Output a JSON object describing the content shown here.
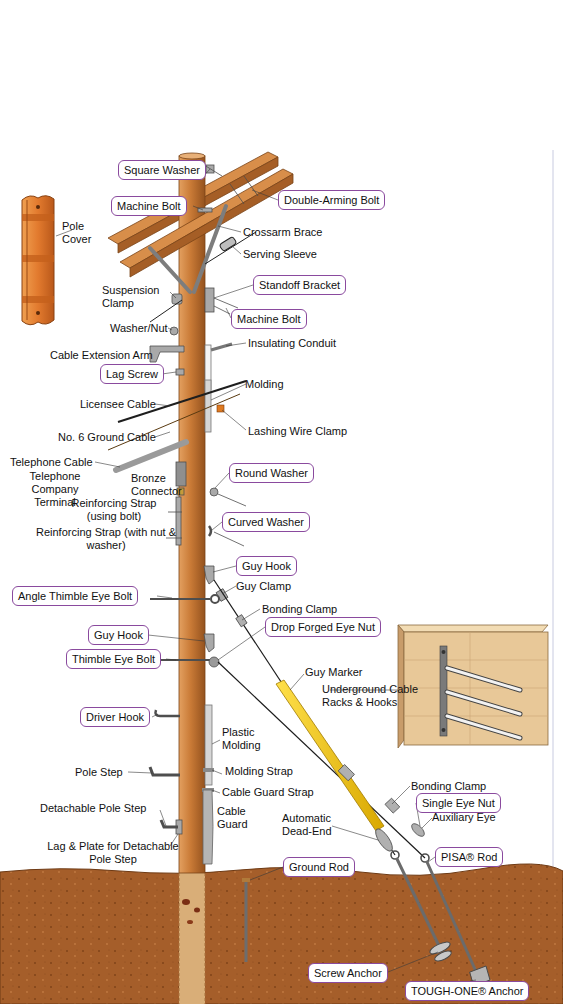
{
  "diagram": {
    "nodes": [
      {
        "text": [
          "Square Washer"
        ]
      },
      {
        "text": [
          "Machine Bolt"
        ]
      },
      {
        "text": [
          "Double-Arming Bolt"
        ]
      },
      {
        "text": [
          "Standoff Bracket"
        ]
      },
      {
        "text": [
          "Machine Bolt"
        ]
      },
      {
        "text": [
          "Lag Screw"
        ]
      },
      {
        "text": [
          "Round Washer"
        ]
      },
      {
        "text": [
          "Curved Washer"
        ]
      },
      {
        "text": [
          "Guy Hook"
        ]
      },
      {
        "text": [
          "Angle Thimble Eye Bolt"
        ]
      },
      {
        "text": [
          "Drop Forged Eye Nut"
        ]
      },
      {
        "text": [
          "Guy Hook"
        ]
      },
      {
        "text": [
          "Thimble Eye Bolt"
        ]
      },
      {
        "text": [
          "Driver Hook"
        ]
      },
      {
        "text": [
          "Single Eye Nut"
        ]
      },
      {
        "text": [
          "PISA® Rod"
        ]
      },
      {
        "text": [
          "Ground Rod"
        ]
      },
      {
        "text": [
          "Screw Anchor"
        ]
      },
      {
        "text": [
          "TOUGH-ONE® Anchor"
        ]
      }
    ],
    "labels": [
      "Pole Cover",
      "Crossarm Brace",
      "Serving Sleeve",
      "Suspension Clamp",
      "Washer/Nut",
      "Insulating Conduit",
      "Cable Extension Arm",
      "Molding",
      "Licensee Cable",
      "Lashing Wire Clamp",
      "No. 6 Ground Cable",
      "Telephone Cable",
      "Telephone Company Terminal",
      "Bronze Connector",
      "Reinforcing Strap (using bolt)",
      "Reinforcing Strap (with nut & washer)",
      "Guy Clamp",
      "Bonding Clamp",
      "Guy Marker",
      "Underground Cable Racks & Hooks",
      "Plastic Molding",
      "Pole Step",
      "Molding Strap",
      "Cable Guard Strap",
      "Bonding Clamp",
      "Detachable Pole Step",
      "Cable Guard",
      "Automatic Dead-End",
      "Auxiliary Eye",
      "Lag & Plate for Detachable Pole Step"
    ]
  }
}
